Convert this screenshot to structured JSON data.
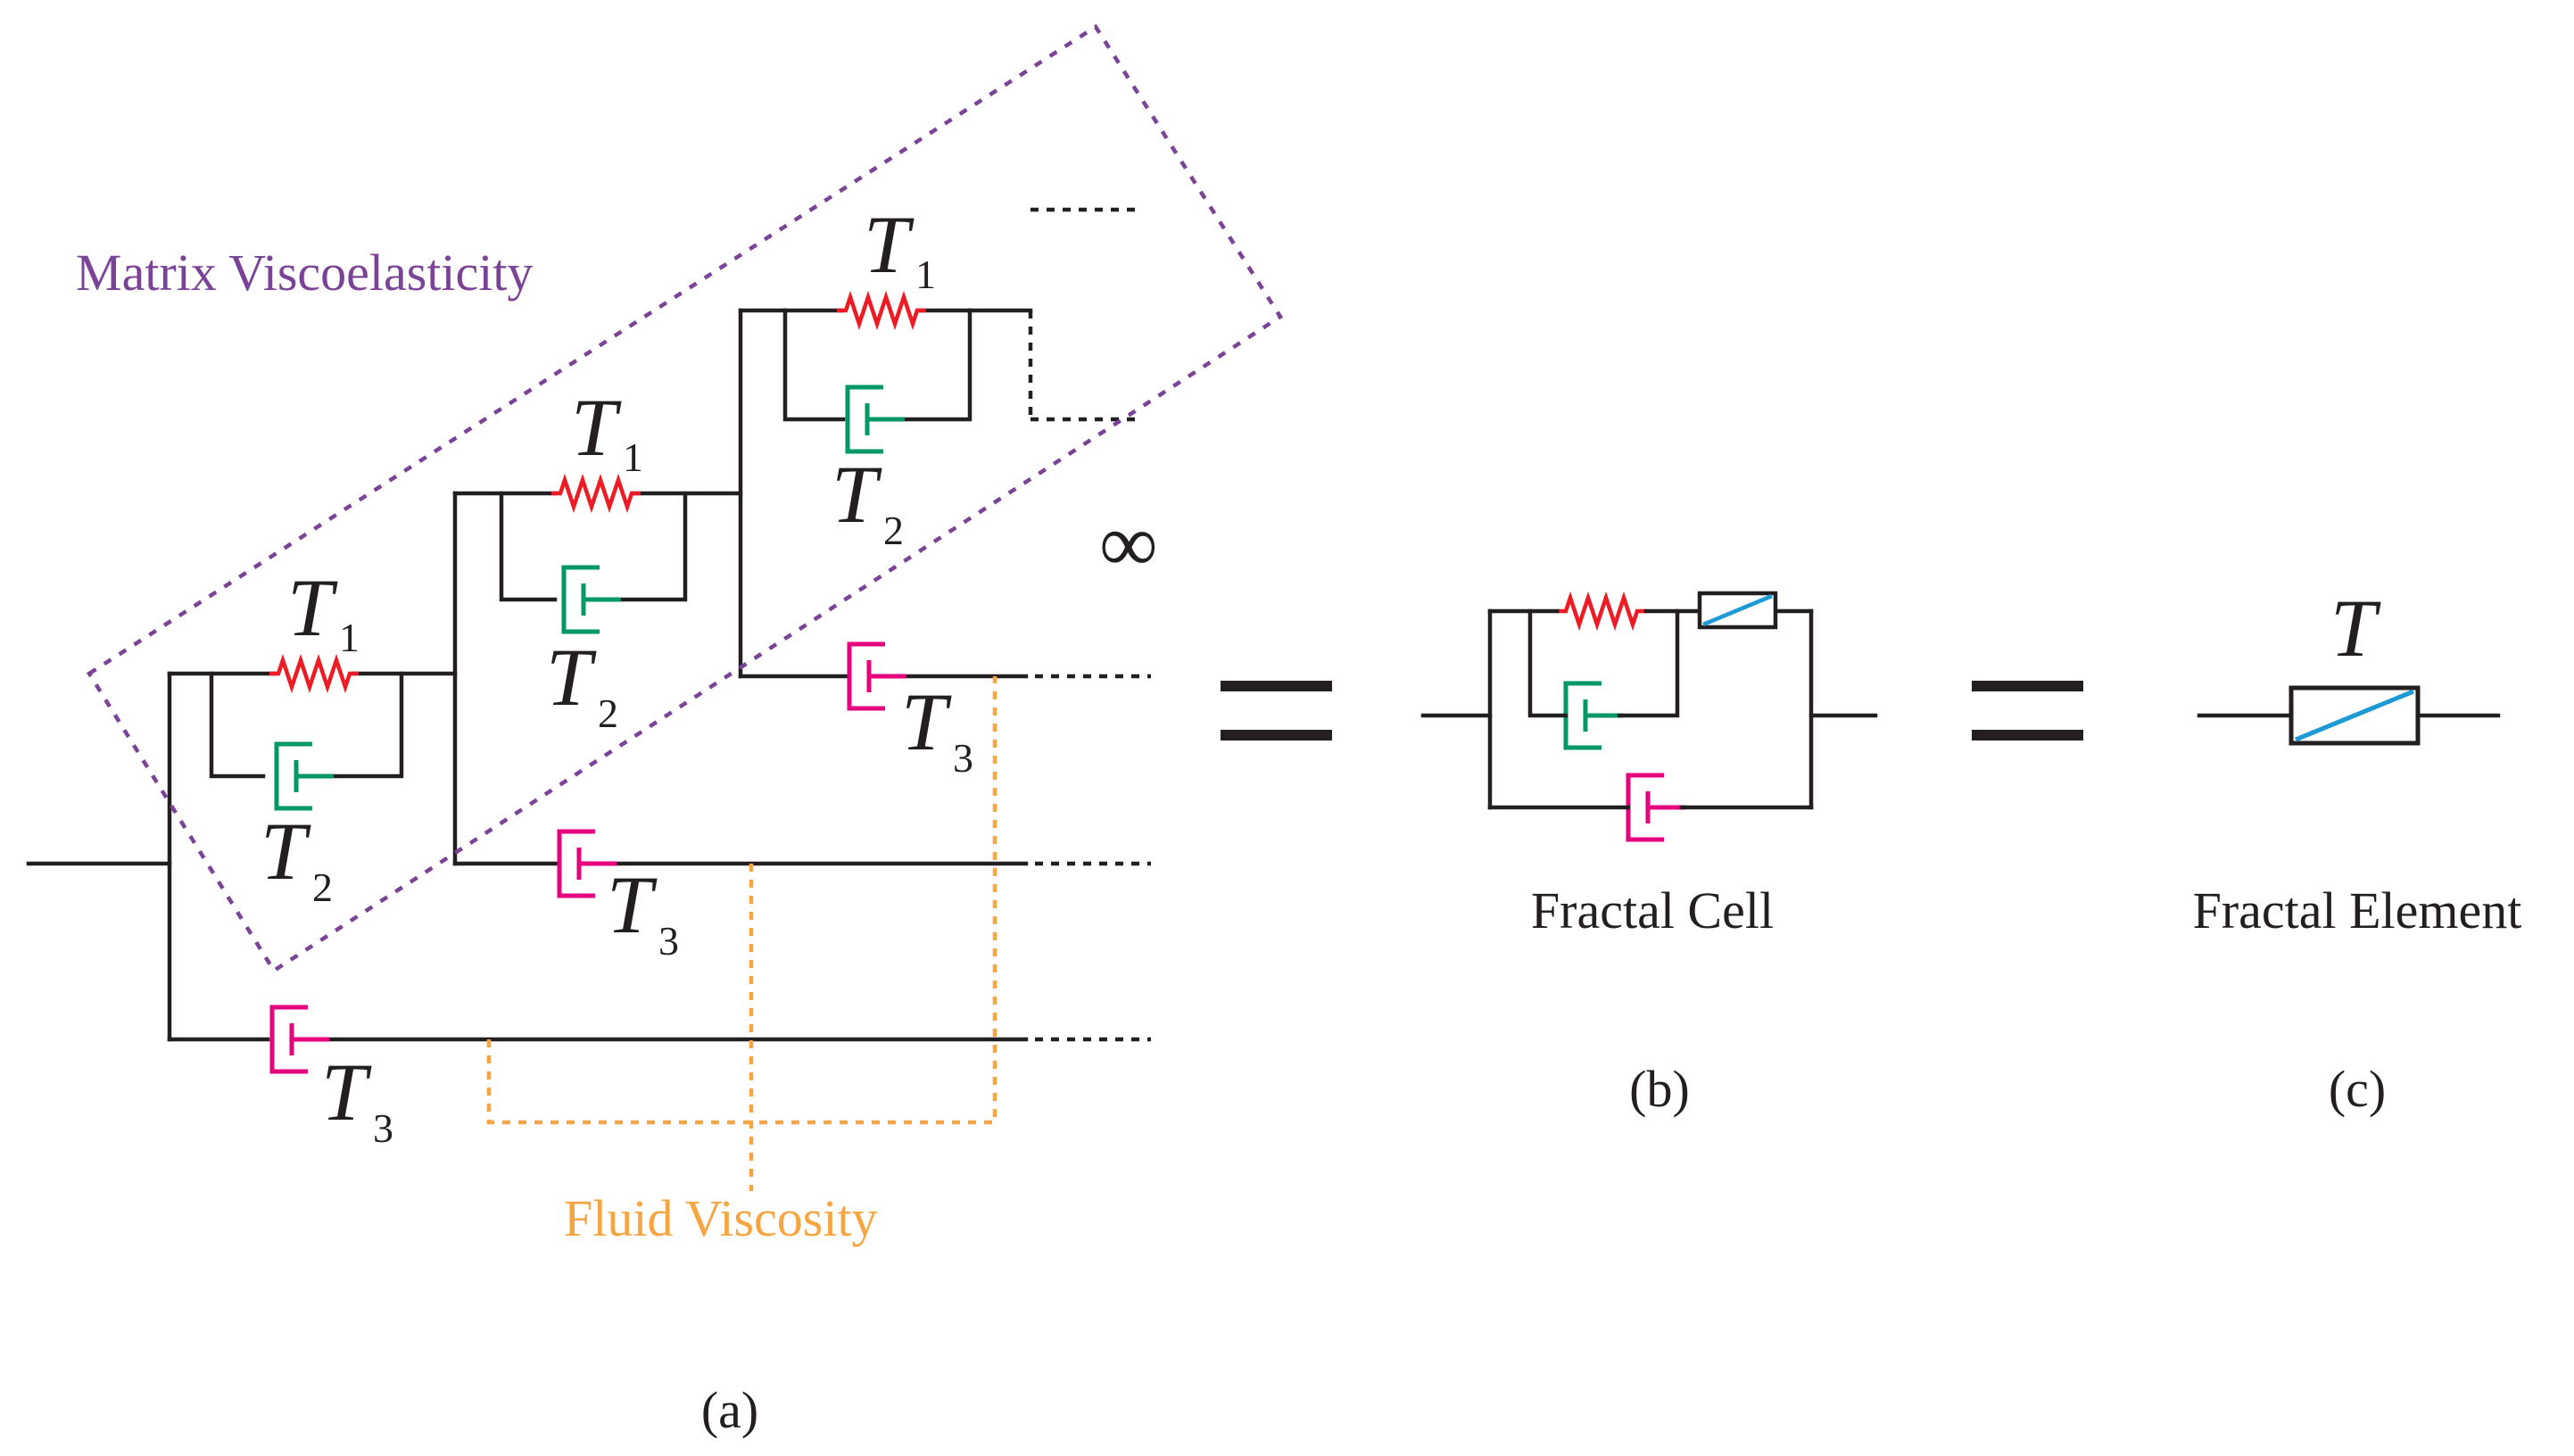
{
  "colors": {
    "wire": "#231f20",
    "spring": "#ed1c24",
    "dashpot_matrix": "#009966",
    "dashpot_fluid": "#e6007e",
    "matrix_region": "#7b4397",
    "fluid_region": "#f7a541",
    "fractal_element_diagonal": "#1b9ad6"
  },
  "icons": {
    "spring": "spring-icon",
    "dashpot": "dashpot-icon",
    "fractal_element": "fractal-element-icon"
  },
  "labels": {
    "matrix_viscoelasticity": "Matrix Viscoelasticity",
    "fluid_viscosity": "Fluid Viscosity",
    "infinity": "∞",
    "fractal_cell": "Fractal Cell",
    "fractal_element": "Fractal Element",
    "panel_a": "(a)",
    "panel_b": "(b)",
    "panel_c": "(c)",
    "equals_1": "=",
    "equals_2": "="
  },
  "symbols": {
    "t1": {
      "base": "T",
      "sub": "1"
    },
    "t2": {
      "base": "T",
      "sub": "2"
    },
    "t3": {
      "base": "T",
      "sub": "3"
    },
    "t": {
      "base": "T"
    }
  }
}
